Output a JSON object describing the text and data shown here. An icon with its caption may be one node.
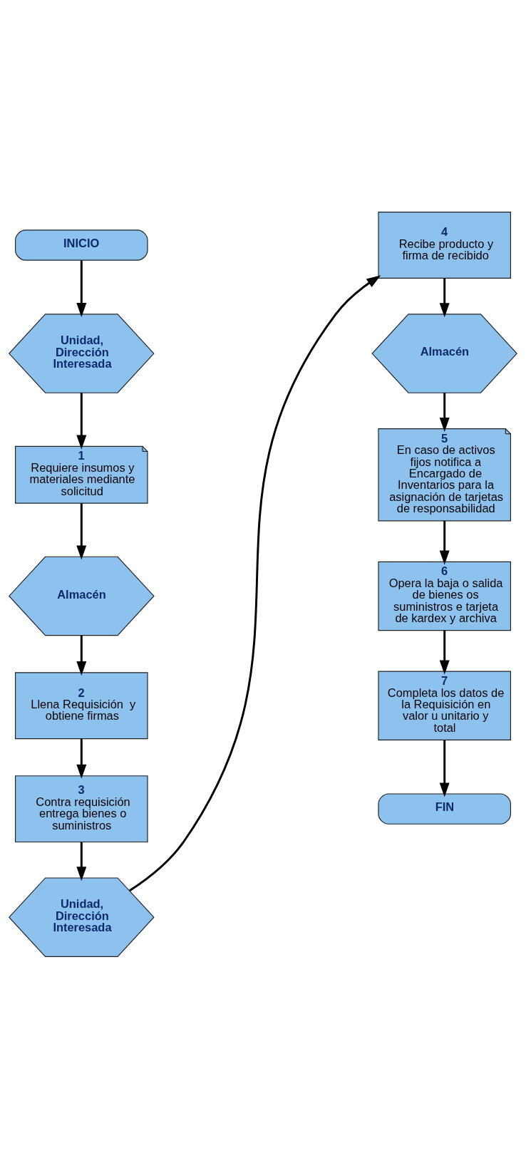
{
  "diagram": {
    "nodes": [
      {
        "text": [
          "INICIO"
        ]
      },
      {
        "text": [
          "Unidad, Dirección Interesada"
        ]
      },
      {
        "text": [
          "1",
          "Requiere insumos y materiales mediante solicitud"
        ]
      },
      {
        "text": [
          "Almacén"
        ]
      },
      {
        "text": [
          "2",
          "Llena Requisición  y obtiene firmas"
        ]
      },
      {
        "text": [
          "3",
          "Contra requisición entrega bienes o suministros"
        ]
      },
      {
        "text": [
          "Unidad, Dirección Interesada"
        ]
      },
      {
        "text": [
          "4",
          "Recibe producto y firma de recibido"
        ]
      },
      {
        "text": [
          "Almacén"
        ]
      },
      {
        "text": [
          "5",
          "En caso de activos fijos notifica a Encargado de Inventarios para la asignación de tarjetas de responsabilidad"
        ]
      },
      {
        "text": [
          "6",
          "Opera la baja o salida de bienes os suministros e tarjeta de kardex y archiva"
        ]
      },
      {
        "text": [
          "7",
          "Completa los datos de la Requisición en valor u unitario y total"
        ]
      },
      {
        "text": [
          "FIN"
        ]
      }
    ],
    "edges": [
      {
        "from": 0,
        "to": 1,
        "arrow": "to"
      },
      {
        "from": 1,
        "to": 2,
        "arrow": "to"
      },
      {
        "from": 2,
        "to": 3,
        "arrow": "to"
      },
      {
        "from": 3,
        "to": 4,
        "arrow": "to"
      },
      {
        "from": 4,
        "to": 5,
        "arrow": "to"
      },
      {
        "from": 5,
        "to": 6,
        "arrow": "to"
      },
      {
        "from": 6,
        "to": 7,
        "arrow": "to"
      },
      {
        "from": 7,
        "to": 8,
        "arrow": "to"
      },
      {
        "from": 8,
        "to": 9,
        "arrow": "to"
      },
      {
        "from": 9,
        "to": 10,
        "arrow": "to"
      },
      {
        "from": 10,
        "to": 11,
        "arrow": "to"
      },
      {
        "from": 11,
        "to": 12,
        "arrow": "to"
      }
    ]
  }
}
